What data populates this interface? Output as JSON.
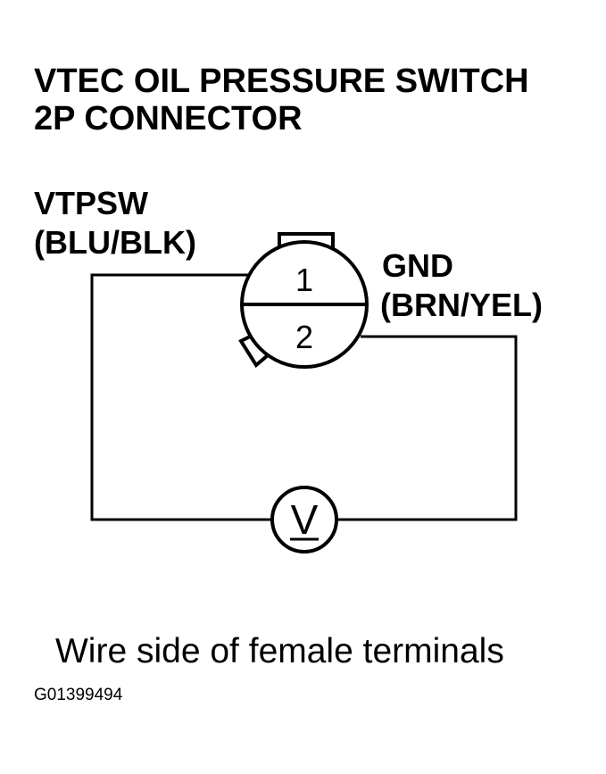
{
  "title": {
    "line1": "VTEC OIL PRESSURE SWITCH",
    "line2": "2P CONNECTOR"
  },
  "left_wire": {
    "name": "VTPSW",
    "color": "(BLU/BLK)"
  },
  "right_wire": {
    "name": "GND",
    "color": "(BRN/YEL)"
  },
  "connector": {
    "terminal_1": "1",
    "terminal_2": "2"
  },
  "meter": {
    "symbol": "V"
  },
  "caption": "Wire side of female terminals",
  "figure_code": "G01399494"
}
